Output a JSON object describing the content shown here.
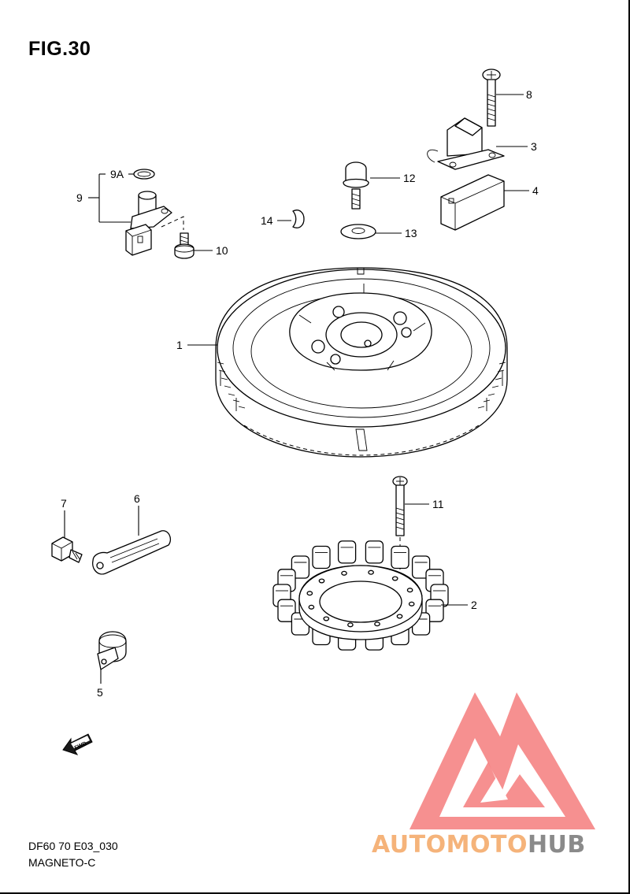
{
  "figure": {
    "title": "FIG.30"
  },
  "footer": {
    "code": "DF60 70 E03_030",
    "name": "MAGNETO-C"
  },
  "callouts": {
    "c1": "1",
    "c2": "2",
    "c3": "3",
    "c4": "4",
    "c5": "5",
    "c6": "6",
    "c7": "7",
    "c8": "8",
    "c9": "9",
    "c9a": "9A",
    "c10": "10",
    "c11": "11",
    "c12": "12",
    "c13": "13",
    "c14": "14"
  },
  "direction_badge": "FWD",
  "watermark": {
    "part1": "AUTOMOTO",
    "part2": "HUB",
    "colors": {
      "triangle": "#f47c7c",
      "part1": "#f5b37a",
      "part2": "#8a8a8a"
    }
  }
}
